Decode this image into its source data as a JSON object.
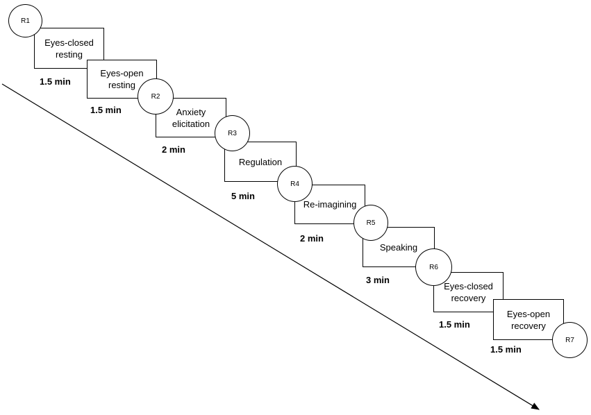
{
  "stages": [
    {
      "label": "Eyes-closed\nresting",
      "duration": "1.5 min"
    },
    {
      "label": "Eyes-open\nresting",
      "duration": "1.5 min"
    },
    {
      "label": "Anxiety\nelicitation",
      "duration": "2 min"
    },
    {
      "label": "Regulation",
      "duration": "5 min"
    },
    {
      "label": "Re-imagining",
      "duration": "2 min"
    },
    {
      "label": "Speaking",
      "duration": "3 min"
    },
    {
      "label": "Eyes-closed\nrecovery",
      "duration": "1.5 min"
    },
    {
      "label": "Eyes-open\nrecovery",
      "duration": "1.5 min"
    }
  ],
  "ratings": [
    "R1",
    "R2",
    "R3",
    "R4",
    "R5",
    "R6",
    "R7"
  ]
}
